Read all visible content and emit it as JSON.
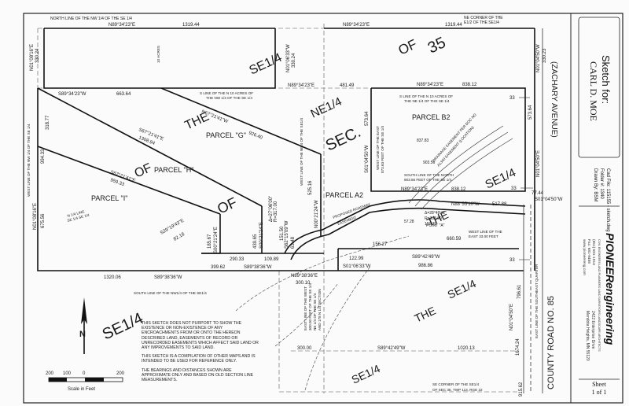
{
  "header": {
    "north_line_label": "NORTH LINE OF THE NW 1/4 OF THE SE 1/4",
    "ne_corner_label_1": "NE CORNER OF THE",
    "ne_corner_label_2": "E1/2 OF THE SE1/4"
  },
  "bearings": {
    "top_left_bearing": "N89°34'23\"E",
    "top_left_dist": "1319.44",
    "top_right_bearing": "N89°34'23\"E",
    "top_right_dist": "1319.44",
    "west_top": "N01°08'16\"E",
    "west_top_dist": "330.24",
    "mid_top": "N01°06'33\"W",
    "mid_top_dist": "330.24",
    "east_top": "N01°04'50\"W",
    "east_top_dist": "330.23",
    "s_line_bearing": "N89°34'23\"E",
    "s_line_dist": "481.49",
    "b2_top_bearing": "N89°34'23\"E",
    "b2_top_dist": "838.12",
    "s89_left": "S89°34'23\"W",
    "s89_left_dist": "663.64",
    "n67": "N67°21'41\"W",
    "n67_dist": "926.40",
    "s67_g": "S67°21'41\"E",
    "s67_g_dist": "1308.94",
    "s67_h": "S67°21'41\"E",
    "s67_h_dist": "959.33",
    "west_318": "318.77",
    "west_994": "994.33",
    "west_675": "675.56",
    "west_bearing": "N01°08'16\"E",
    "parcel_i_s29": "S29°19'43\"E",
    "parcel_i_s29_dist": "82.18",
    "s00_185": "185.67",
    "s00_bearing": "S00°21'24\"E",
    "s00_439": "439.65",
    "s00_439_bearing": "S00°21'24\"E",
    "n00_525": "525.16",
    "n00_bearing": "N00°21'24\"W",
    "curve_delta": "Δ=27°06'00\"",
    "curve_r": "R=317.00",
    "curve_l": "151.50",
    "s62": "S62°15'09\"W",
    "s62_dist": "63.48",
    "bottom_290": "290.33",
    "bottom_109": "109.89",
    "bottom_399": "399.62",
    "s89_38_36_w": "S89°38'36\"W",
    "n89_38_36_e": "N89°38'36\"E",
    "n89_dist": "300.10",
    "dist_122": "122.99",
    "s01_06_33": "S01°06'33\"W",
    "s89_42_49_w": "S89°42'49\"W",
    "dist_986": "986.86",
    "dist_1320": "1320.06",
    "bottom_s89": "S89°38'36\"W",
    "b2_west": "S01°04'50\"W",
    "b2_west_dist": "573.64",
    "b2_east_dist": "573.64",
    "b2_bottom": "N89°34'23\"E",
    "b2_bottom_dist": "838.12",
    "b2_837": "837.83",
    "b2_903": "903.56",
    "east_n01": "N01°04'50\"E",
    "east_dist_77": "77.44",
    "east_s01": "S01°04'50\"W",
    "east_n88": "N88°55'10\"W",
    "east_517": "517.88",
    "east_33a": "33",
    "east_33b": "33",
    "east_33c": "33",
    "point_a": "POINT \"A\"",
    "curve2_delta": "Δ=28°49'41\"",
    "curve2_r": "R=383.00",
    "curve2_l": "192.70",
    "dist_57": "57.28",
    "dist_660": "660.59",
    "dist_156": "156.27",
    "dist_300_00": "300.00",
    "s89_42_49_w_b": "S89°42'49\"W",
    "dist_1020": "1020.13",
    "dist_796": "796.61",
    "dist_1674": "1674.24",
    "dist_915": "915.62",
    "east_bottom": "N01°04'50\"E"
  },
  "labels": {
    "ten_acres": "10 ACRES",
    "s_line_n10_1": "S LINE OF THE N 10 ACRES OF",
    "s_line_n10_2": "THE NW 1/4 OF THE SE 1/4",
    "s_line_ne_1": "S LINE OF THE N 10 ACRES OF",
    "s_line_ne_2": "THE NE 1/4 OF THE SE 1/4",
    "west_line_nw": "WEST LINE OF THE NW 1/4 OF THE SE 1/4",
    "west_line_sw": "WEST LINE OF THE NE/4 OF THE SE1/4",
    "west_line_east_1": "WEST LINE OF THE EAST",
    "west_line_east_2": "873.63 FEET OF THE SE 1/4",
    "south_line_north_1": "SOUTH LINE OF THE NORTH",
    "south_line_north_2": "903.56 FEET OF THE SE 1/4",
    "drain_easement": "DRAINAGE EASEMENT PER DOC NO",
    "drain_easement_2": "A1340 EASEMENT (LOCATION)",
    "proposed_roadway": "PROPOSED ROADWAY",
    "easement": "EASEMENT",
    "west_line_east33_1": "WEST LINE OF THE",
    "west_line_east33_2": "EAST 33.00 FEET",
    "south_line_nw": "SOUTH LINE OF THE NW1/4 OF THE SE1/4",
    "east_line_west_1": "EAST LINE OF THE WEST",
    "east_line_west_2": "300.00 FEET OF THE SE 1/4",
    "east_line_west_3": "NE 1/4 OF THE SE 1/4",
    "east_line_west_4": "AND 178 N 1/4 SECTION",
    "east_line_sec": "EAST LINE OF THE SOUTHEAST QUARTER",
    "se_corner_1": "SE CORNER OF THE SE1/4",
    "se_corner_2": "OF SEC 35, TWP 113, RGE 22",
    "small_left": "N 1/4 LINE",
    "small_left2": "SE 1/4 SE 1/4"
  },
  "parcels": {
    "g": "PARCEL \"G\"",
    "h": "PARCEL \"H\"",
    "i": "PARCEL \"I\"",
    "a2": "PARCEL A2",
    "b2": "PARCEL B2"
  },
  "watermark": {
    "se14_top": "SE1/4",
    "ne14": "NE1/4",
    "sec": "SEC.",
    "of_1": "OF",
    "n35": "35",
    "the_1": "THE",
    "of_2": "OF",
    "the_2": "THE",
    "se14_right": "SE1/4",
    "se14_left": "SE1/4",
    "se14_bottom": "SE1/4",
    "of_3": "OF",
    "the_3": "THE",
    "se14_mid": "SE1/4"
  },
  "roads": {
    "zachary": "(ZACHARY AVENUE)",
    "county_road": "COUNTY ROAD NO. 85"
  },
  "notes": {
    "p1": "THIS SKETCH DOES NOT PURPORT TO SHOW THE EXISTENCE OR NON-EXISTENCE OF ANY ENCROACHMENTS FROM OR ONTO THE HEREON DESCRIBED LAND, EASEMENTS OF RECORD OR UNRECORDED EASEMENTS WHICH AFFECT SAID LAND OR ANY IMPROVEMENTS TO SAID LAND.",
    "p2": "THIS SKETCH IS A COMPILATION OF OTHER MAPS AND IS INTENDED TO BE USED FOR REFERENCE ONLY.",
    "p3": "THE BEARINGS AND DISTANCES SHOWN ARE APPROXIMATE ONLY AND BASED ON OLD SECTION LINE MEASUREMENTS."
  },
  "north_arrow": {
    "letter": "N"
  },
  "scale": {
    "ticks": [
      "200",
      "100",
      "0",
      "200"
    ],
    "caption": "Scale in Feet"
  },
  "title_block": {
    "sketch_for": "Sketch for:",
    "client": "CARL D. MOE",
    "cad_file": "Cad File:  115155 - sketch.dwg",
    "folder": "Folder #: 1340",
    "drawn_by": "Drawn By: BSM",
    "company": "PIONEERengineering",
    "services": "CIVIL ENGINEERS   LAND PLANNERS   LAND SURVEYORS   LANDSCAPE ARCHITECTS",
    "phone": "(651) 681-1914",
    "fax": "Fax: 681-9488",
    "web": "www.pioneereng.com",
    "address_1": "2422 Enterprise Drive",
    "address_2": "Mendota Heights, MN 55120",
    "sheet_label": "Sheet",
    "sheet_num": "1 of 1"
  }
}
